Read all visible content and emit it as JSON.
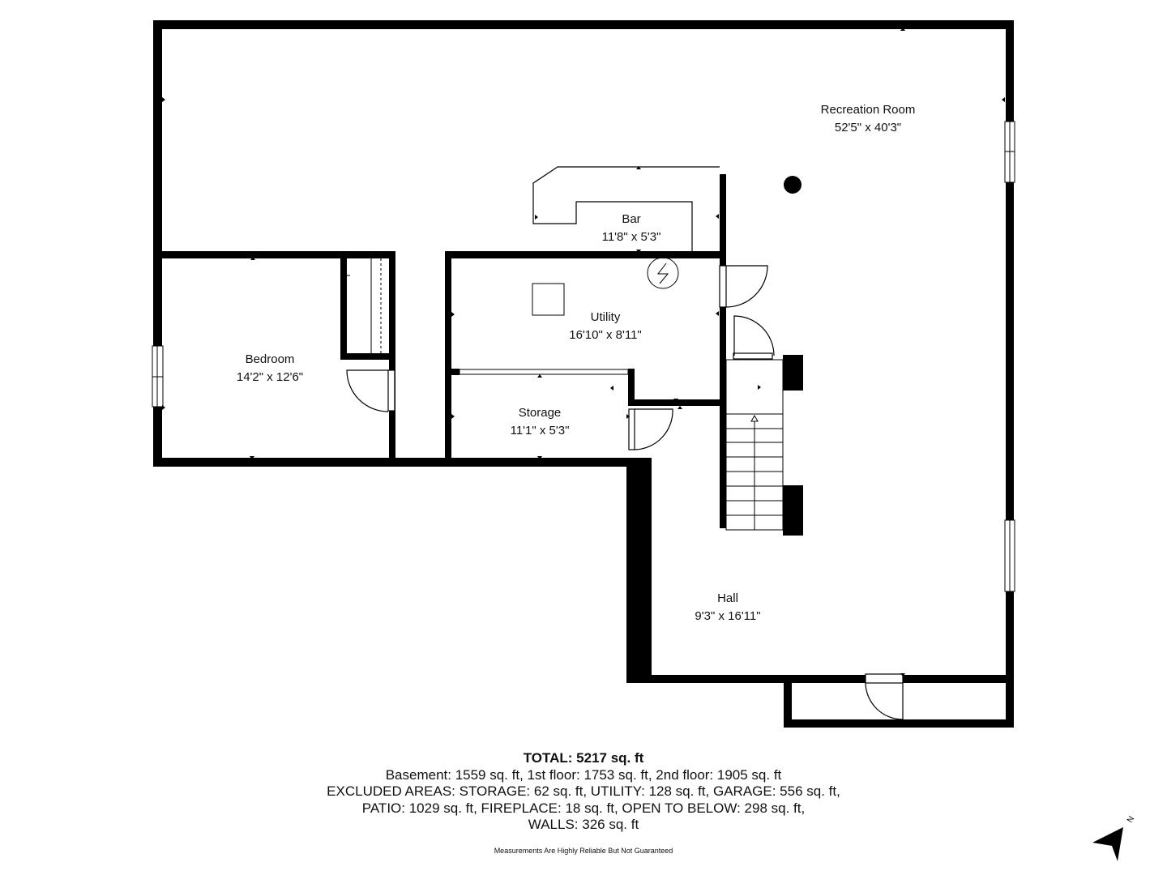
{
  "rooms": {
    "recreation": {
      "name": "Recreation Room",
      "dims": "52'5\" x 40'3\""
    },
    "bar": {
      "name": "Bar",
      "dims": "11'8\" x 5'3\""
    },
    "utility": {
      "name": "Utility",
      "dims": "16'10\" x 8'11\""
    },
    "bedroom": {
      "name": "Bedroom",
      "dims": "14'2\" x 12'6\""
    },
    "storage": {
      "name": "Storage",
      "dims": "11'1\" x 5'3\""
    },
    "hall": {
      "name": "Hall",
      "dims": "9'3\" x 16'11\""
    }
  },
  "summary": {
    "total": "TOTAL: 5217 sq. ft",
    "line1": "Basement: 1559 sq. ft, 1st floor: 1753 sq. ft, 2nd floor: 1905 sq. ft",
    "line2": "EXCLUDED AREAS: STORAGE: 62 sq. ft, UTILITY: 128 sq. ft, GARAGE: 556 sq. ft,",
    "line3": "PATIO: 1029 sq. ft, FIREPLACE: 18 sq. ft, OPEN TO BELOW: 298 sq. ft,",
    "line4": "WALLS: 326 sq. ft"
  },
  "disclaimer": "Measurements Are Highly Reliable But Not Guaranteed",
  "compass": {
    "label": "N",
    "icon": "north-arrow-icon"
  },
  "colors": {
    "wall": "#000000",
    "background": "#ffffff"
  }
}
